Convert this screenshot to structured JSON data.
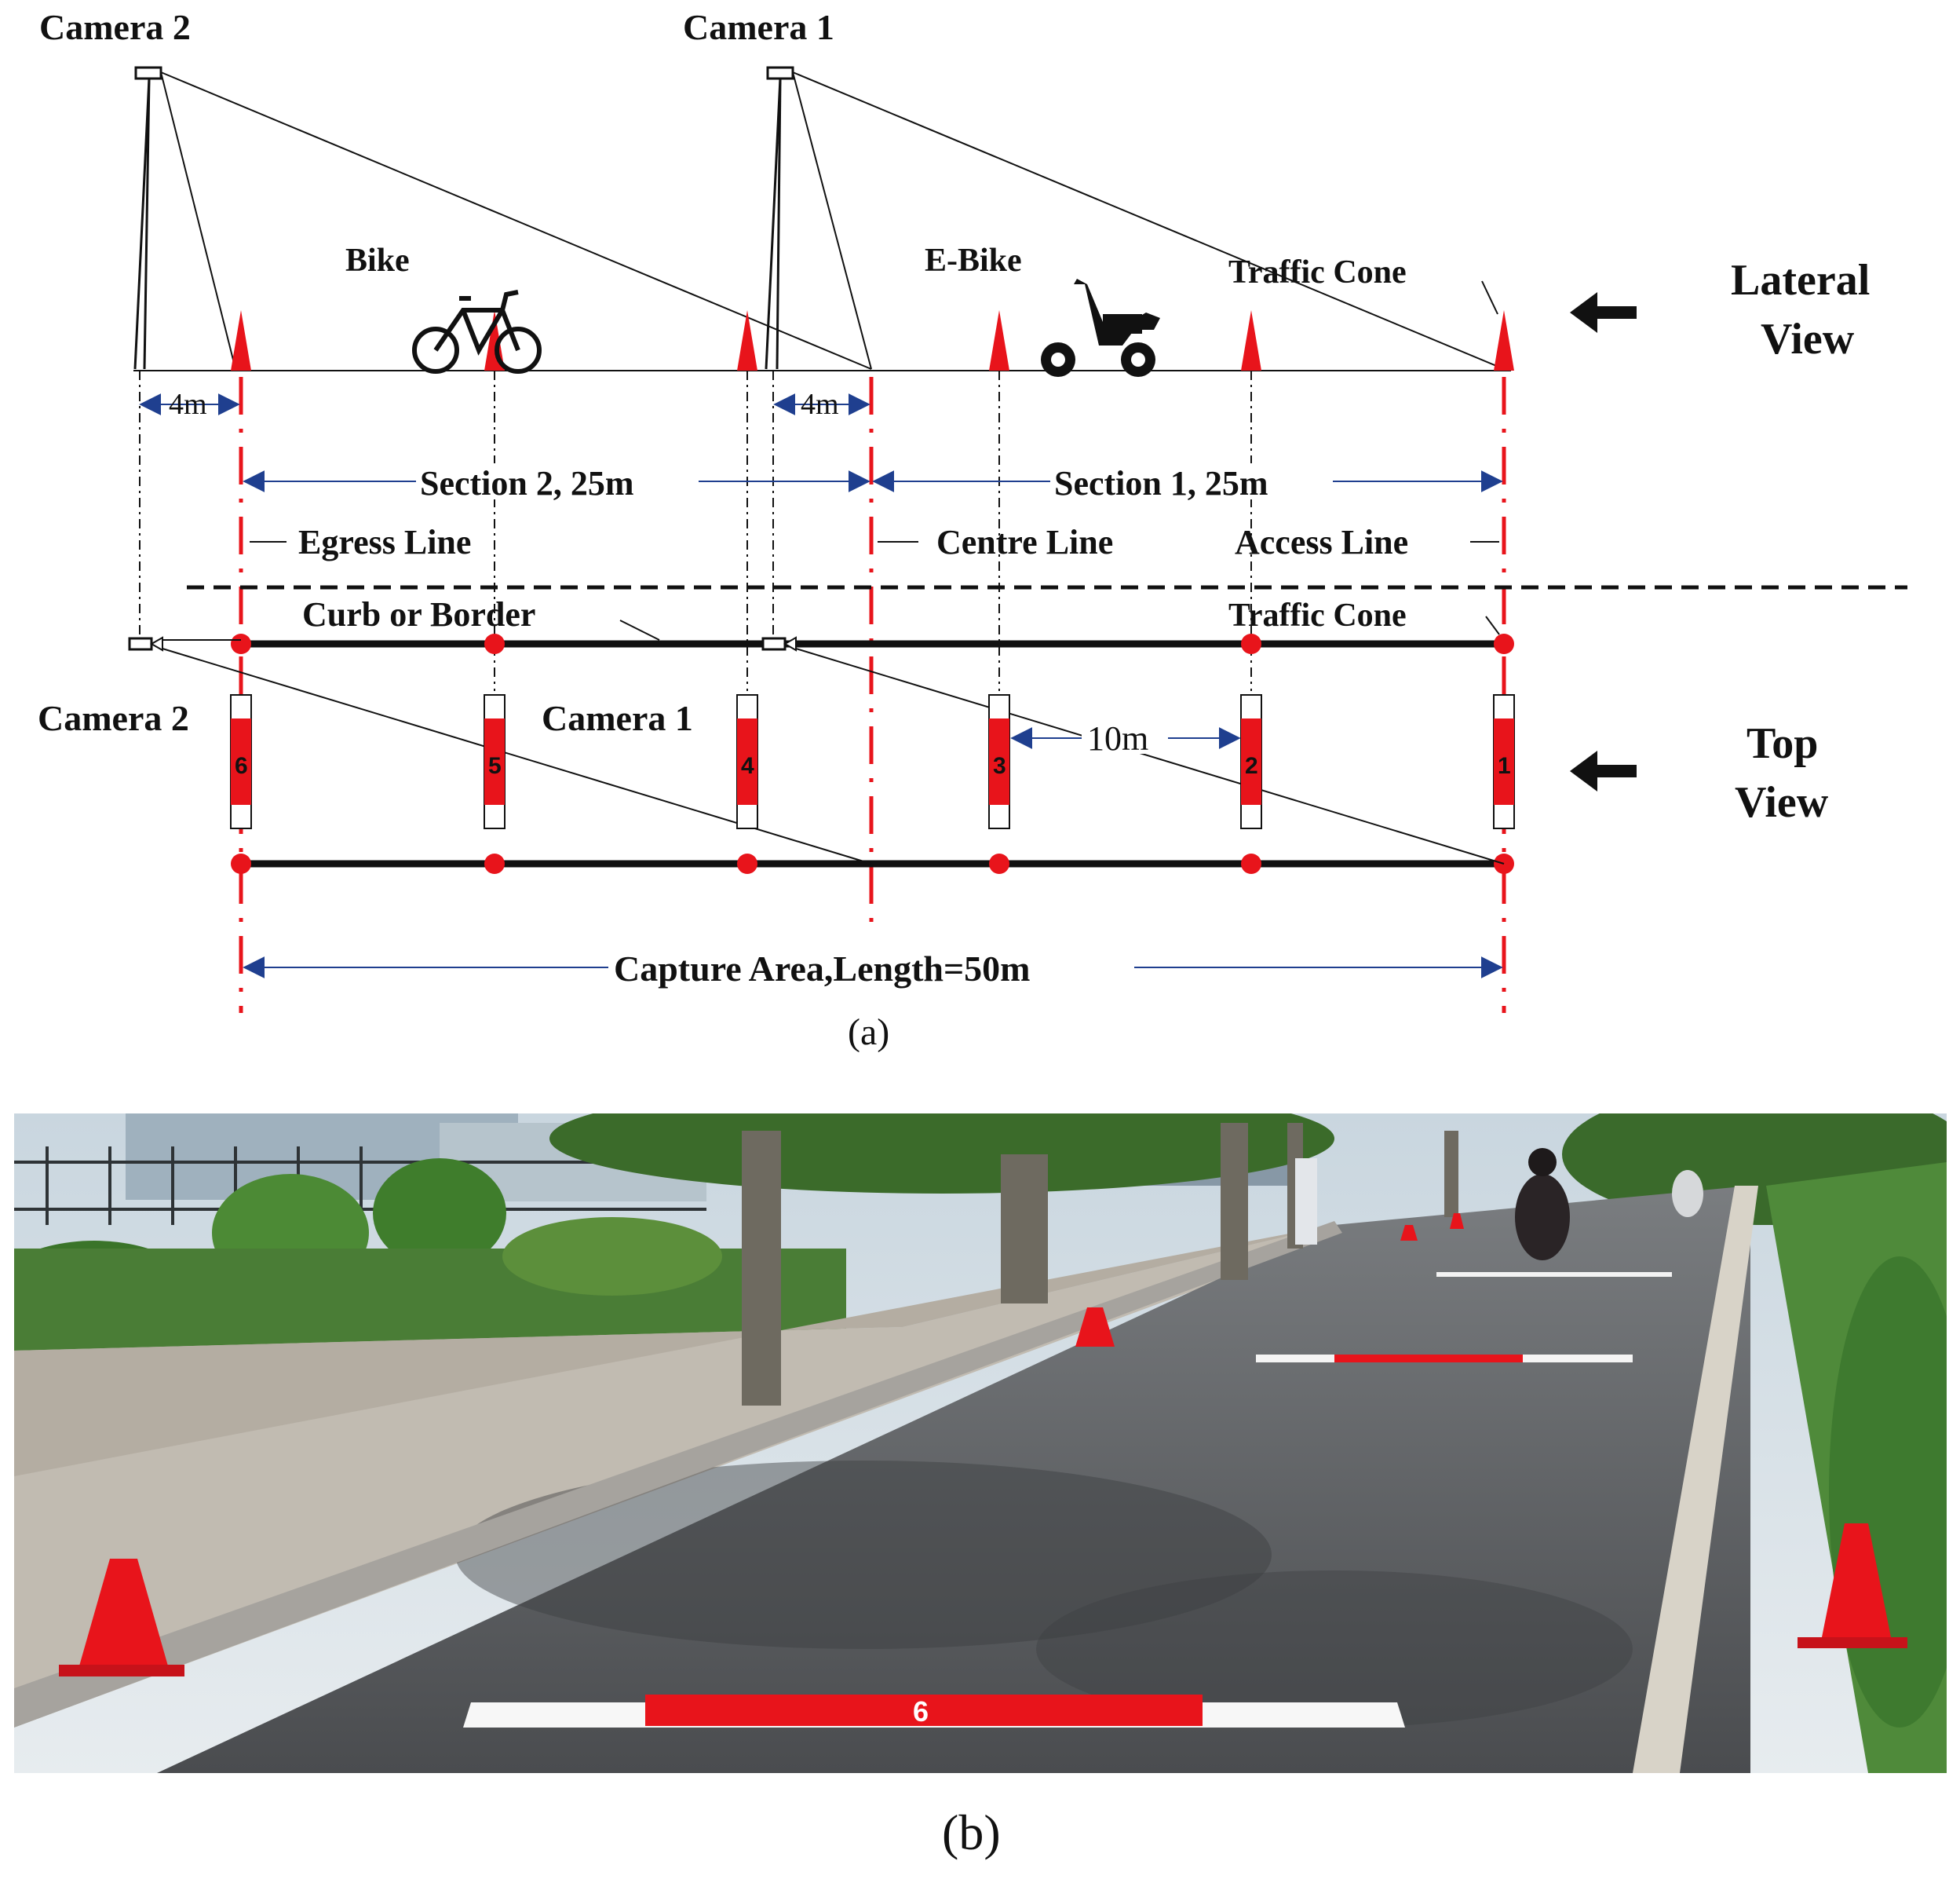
{
  "diagram": {
    "lateral": {
      "camera2_label": "Camera 2",
      "camera1_label": "Camera 1",
      "bike_label": "Bike",
      "ebike_label": "E-Bike",
      "traffic_cone_label": "Traffic Cone",
      "view_label_line1": "Lateral",
      "view_label_line2": "View",
      "dim_4m_left": "4m",
      "dim_4m_right": "4m",
      "section2_label": "Section 2, 25m",
      "section1_label": "Section 1, 25m",
      "egress_label": "Egress Line",
      "centre_label": "Centre Line",
      "access_label": "Access Line"
    },
    "top": {
      "curb_label": "Curb or Border",
      "traffic_cone_label": "Traffic Cone",
      "camera2_label": "Camera 2",
      "camera1_label": "Camera 1",
      "dim_10m": "10m",
      "view_label_line1": "Top",
      "view_label_line2": "View",
      "markers": [
        "6",
        "5",
        "4",
        "3",
        "2",
        "1"
      ],
      "capture_label": "Capture Area,Length=50m"
    },
    "caption_a": "(a)"
  },
  "photo": {
    "road_marker_number": "6",
    "caption_b": "(b)"
  },
  "colors": {
    "marker_red": "#e8141b",
    "dim_blue": "#1f3f8f",
    "road": "#5b5d5f",
    "pavement": "#bdb7ac",
    "foliage": "#3d7a2e"
  }
}
